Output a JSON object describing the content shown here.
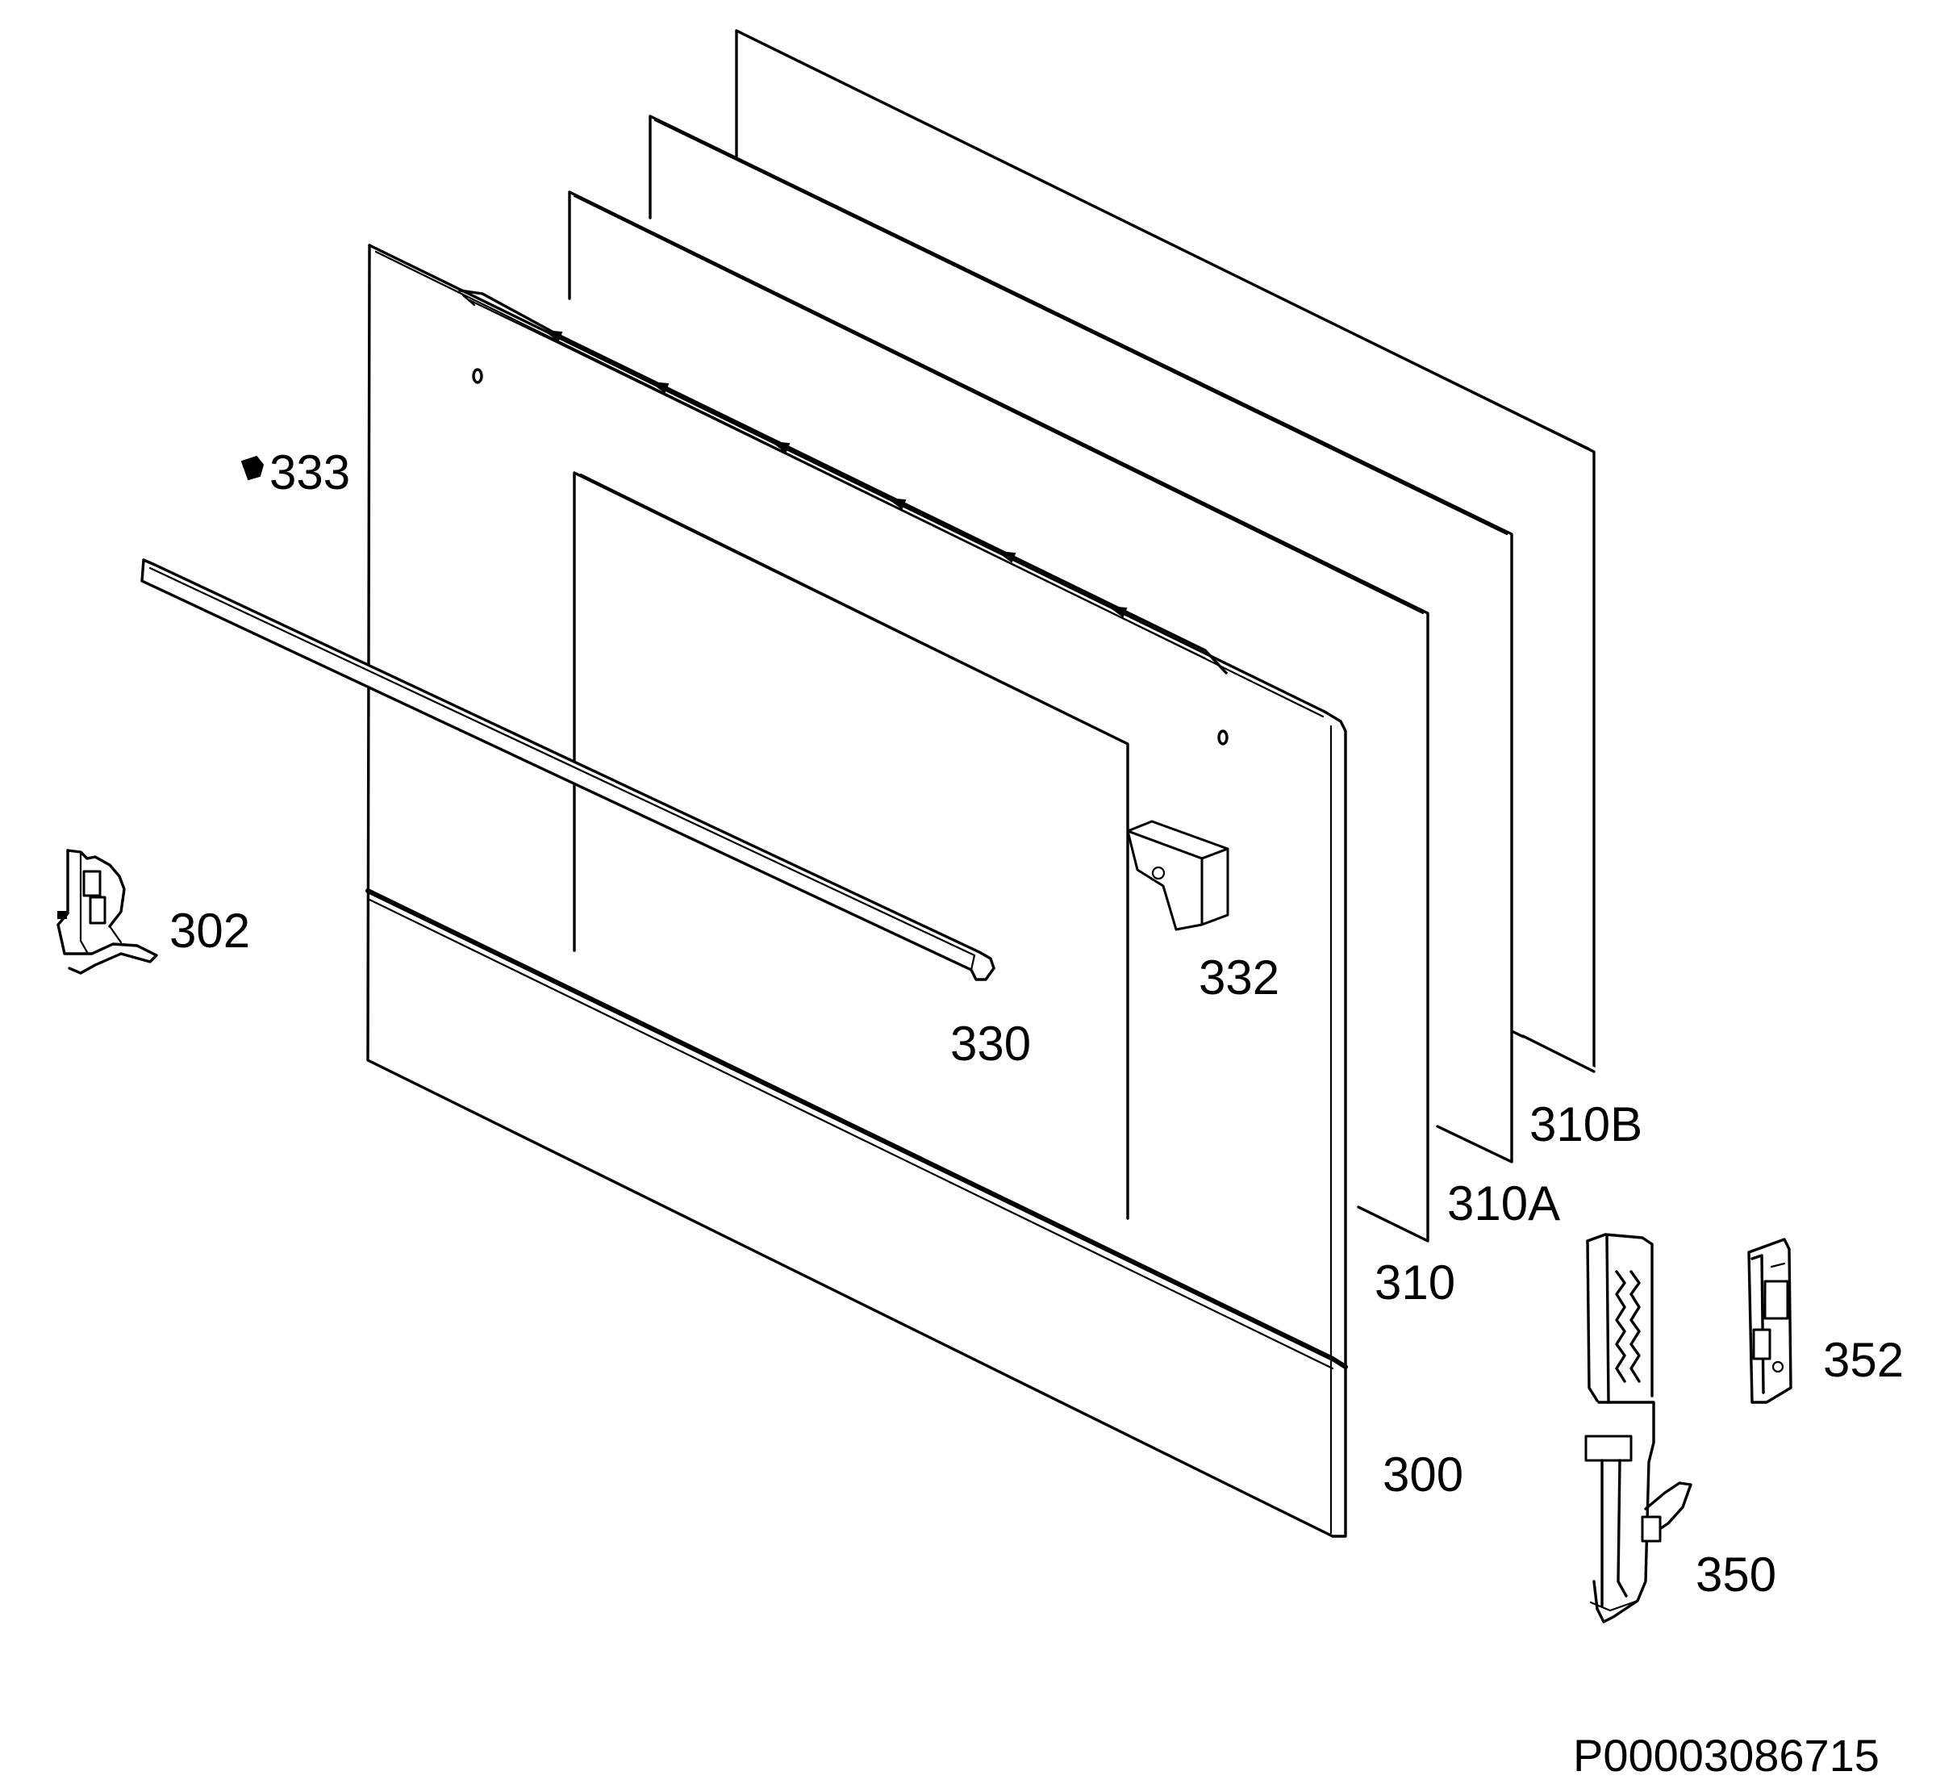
{
  "diagram": {
    "labels": {
      "p333": "333",
      "p302": "302",
      "p330": "330",
      "p332": "332",
      "p310B": "310B",
      "p310A": "310A",
      "p310": "310",
      "p300": "300",
      "p352": "352",
      "p350": "350"
    },
    "drawing_id": "P00003086715"
  }
}
